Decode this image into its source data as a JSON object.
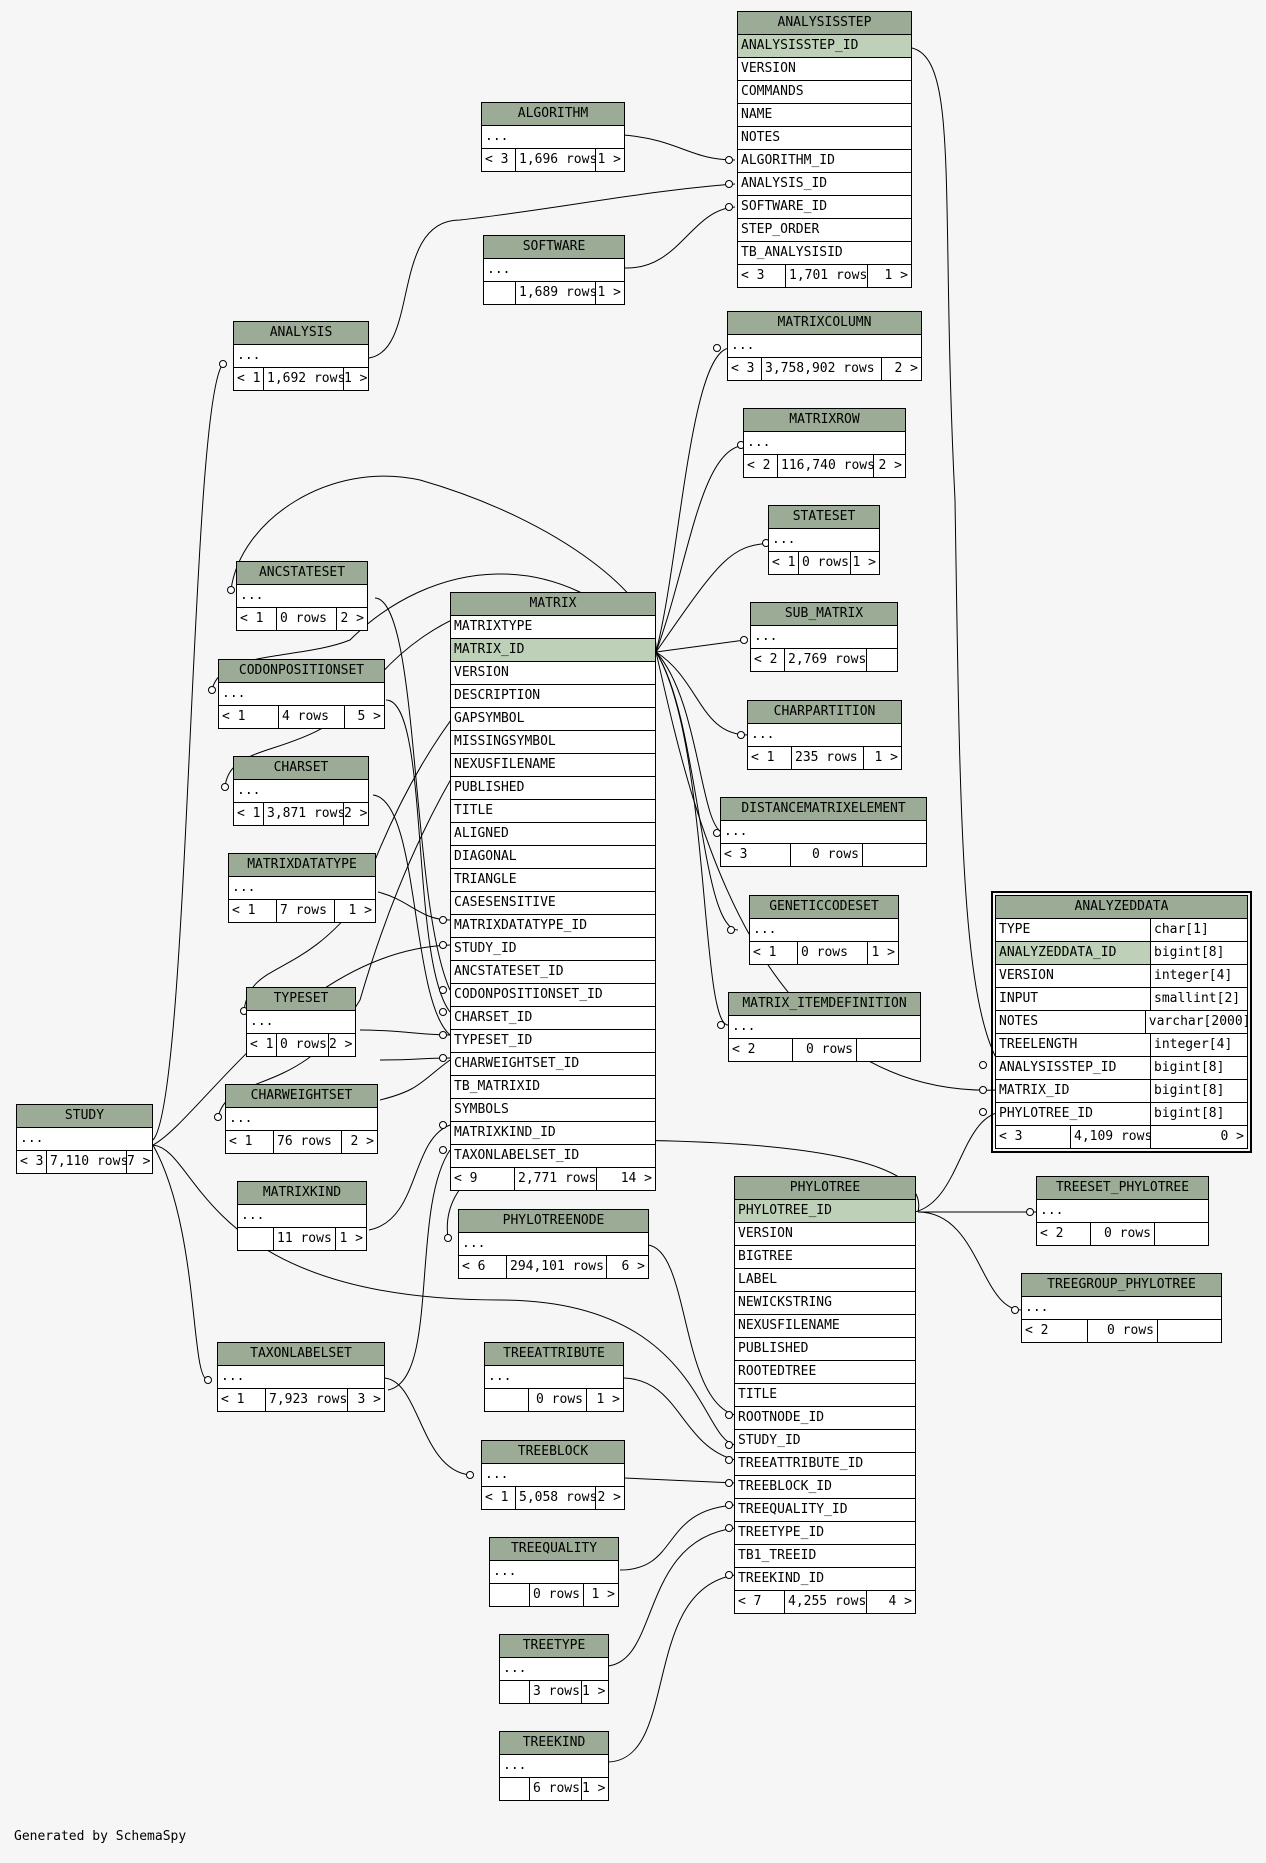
{
  "footer": "Generated by SchemaSpy",
  "tables": {
    "analysisstep": {
      "name": "ANALYSISSTEP",
      "pk": "ANALYSISSTEP_ID",
      "rows": [
        "VERSION",
        "COMMANDS",
        "NAME",
        "NOTES",
        "ALGORITHM_ID",
        "ANALYSIS_ID",
        "SOFTWARE_ID",
        "STEP_ORDER",
        "TB_ANALYSISID"
      ],
      "parents": "< 3",
      "count": "1,701 rows",
      "children": "1 >"
    },
    "algorithm": {
      "name": "ALGORITHM",
      "rows": [
        "..."
      ],
      "parents": "< 3",
      "count": "1,696 rows",
      "children": "1 >"
    },
    "software": {
      "name": "SOFTWARE",
      "rows": [
        "..."
      ],
      "parents": "",
      "count": "1,689 rows",
      "children": "1 >"
    },
    "analysis": {
      "name": "ANALYSIS",
      "rows": [
        "..."
      ],
      "parents": "< 1",
      "count": "1,692 rows",
      "children": "1 >"
    },
    "matrixcolumn": {
      "name": "MATRIXCOLUMN",
      "rows": [
        "..."
      ],
      "parents": "< 3",
      "count": "3,758,902 rows",
      "children": "2 >"
    },
    "matrixrow": {
      "name": "MATRIXROW",
      "rows": [
        "..."
      ],
      "parents": "< 2",
      "count": "116,740 rows",
      "children": "2 >"
    },
    "stateset": {
      "name": "STATESET",
      "rows": [
        "..."
      ],
      "parents": "< 1",
      "count": "0 rows",
      "children": "1 >"
    },
    "sub_matrix": {
      "name": "SUB_MATRIX",
      "rows": [
        "..."
      ],
      "parents": "< 2",
      "count": "2,769 rows",
      "children": ""
    },
    "charpartition": {
      "name": "CHARPARTITION",
      "rows": [
        "..."
      ],
      "parents": "< 1",
      "count": "235 rows",
      "children": "1 >"
    },
    "distancematrixelement": {
      "name": "DISTANCEMATRIXELEMENT",
      "rows": [
        "..."
      ],
      "parents": "< 3",
      "count": "0 rows",
      "children": ""
    },
    "geneticcodeset": {
      "name": "GENETICCODESET",
      "rows": [
        "..."
      ],
      "parents": "< 1",
      "count": "0 rows",
      "children": "1 >"
    },
    "matrix_itemdefinition": {
      "name": "MATRIX_ITEMDEFINITION",
      "rows": [
        "..."
      ],
      "parents": "< 2",
      "count": "0 rows",
      "children": ""
    },
    "ancstateset": {
      "name": "ANCSTATESET",
      "rows": [
        "..."
      ],
      "parents": "< 1",
      "count": "0 rows",
      "children": "2 >"
    },
    "codonpositionset": {
      "name": "CODONPOSITIONSET",
      "rows": [
        "..."
      ],
      "parents": "< 1",
      "count": "4 rows",
      "children": "5 >"
    },
    "charset": {
      "name": "CHARSET",
      "rows": [
        "..."
      ],
      "parents": "< 1",
      "count": "3,871 rows",
      "children": "2 >"
    },
    "matrixdatatype": {
      "name": "MATRIXDATATYPE",
      "rows": [
        "..."
      ],
      "parents": "< 1",
      "count": "7 rows",
      "children": "1 >"
    },
    "typeset": {
      "name": "TYPESET",
      "rows": [
        "..."
      ],
      "parents": "< 1",
      "count": "0 rows",
      "children": "2 >"
    },
    "charweightset": {
      "name": "CHARWEIGHTSET",
      "rows": [
        "..."
      ],
      "parents": "< 1",
      "count": "76 rows",
      "children": "2 >"
    },
    "matrixkind": {
      "name": "MATRIXKIND",
      "rows": [
        "..."
      ],
      "parents": "",
      "count": "11 rows",
      "children": "1 >"
    },
    "study": {
      "name": "STUDY",
      "rows": [
        "..."
      ],
      "parents": "< 3",
      "count": "7,110 rows",
      "children": "7 >"
    },
    "matrix": {
      "name": "MATRIX",
      "pk": "MATRIX_ID",
      "rows_before": [
        "MATRIXTYPE"
      ],
      "rows": [
        "VERSION",
        "DESCRIPTION",
        "GAPSYMBOL",
        "MISSINGSYMBOL",
        "NEXUSFILENAME",
        "PUBLISHED",
        "TITLE",
        "ALIGNED",
        "DIAGONAL",
        "TRIANGLE",
        "CASESENSITIVE",
        "MATRIXDATATYPE_ID",
        "STUDY_ID",
        "ANCSTATESET_ID",
        "CODONPOSITIONSET_ID",
        "CHARSET_ID",
        "TYPESET_ID",
        "CHARWEIGHTSET_ID",
        "TB_MATRIXID",
        "SYMBOLS",
        "MATRIXKIND_ID",
        "TAXONLABELSET_ID"
      ],
      "parents": "< 9",
      "count": "2,771 rows",
      "children": "14 >"
    },
    "analyzeddata": {
      "name": "ANALYZEDDATA",
      "columns": [
        [
          "TYPE",
          "char[1]"
        ],
        [
          "ANALYZEDDATA_ID",
          "bigint[8]"
        ],
        [
          "VERSION",
          "integer[4]"
        ],
        [
          "INPUT",
          "smallint[2]"
        ],
        [
          "NOTES",
          "varchar[2000]"
        ],
        [
          "TREELENGTH",
          "integer[4]"
        ],
        [
          "ANALYSISSTEP_ID",
          "bigint[8]"
        ],
        [
          "MATRIX_ID",
          "bigint[8]"
        ],
        [
          "PHYLOTREE_ID",
          "bigint[8]"
        ]
      ],
      "parents": "< 3",
      "count": "4,109 rows",
      "children": "0 >"
    },
    "phylotreenode": {
      "name": "PHYLOTREENODE",
      "rows": [
        "..."
      ],
      "parents": "< 6",
      "count": "294,101 rows",
      "children": "6 >"
    },
    "phylotree": {
      "name": "PHYLOTREE",
      "pk": "PHYLOTREE_ID",
      "rows": [
        "VERSION",
        "BIGTREE",
        "LABEL",
        "NEWICKSTRING",
        "NEXUSFILENAME",
        "PUBLISHED",
        "ROOTEDTREE",
        "TITLE",
        "ROOTNODE_ID",
        "STUDY_ID",
        "TREEATTRIBUTE_ID",
        "TREEBLOCK_ID",
        "TREEQUALITY_ID",
        "TREETYPE_ID",
        "TB1_TREEID",
        "TREEKIND_ID"
      ],
      "parents": "< 7",
      "count": "4,255 rows",
      "children": "4 >"
    },
    "treeset_phylotree": {
      "name": "TREESET_PHYLOTREE",
      "rows": [
        "..."
      ],
      "parents": "< 2",
      "count": "0 rows",
      "children": ""
    },
    "treegroup_phylotree": {
      "name": "TREEGROUP_PHYLOTREE",
      "rows": [
        "..."
      ],
      "parents": "< 2",
      "count": "0 rows",
      "children": ""
    },
    "taxonlabelset": {
      "name": "TAXONLABELSET",
      "rows": [
        "..."
      ],
      "parents": "< 1",
      "count": "7,923 rows",
      "children": "3 >"
    },
    "treeattribute": {
      "name": "TREEATTRIBUTE",
      "rows": [
        "..."
      ],
      "parents": "",
      "count": "0 rows",
      "children": "1 >"
    },
    "treeblock": {
      "name": "TREEBLOCK",
      "rows": [
        "..."
      ],
      "parents": "< 1",
      "count": "5,058 rows",
      "children": "2 >"
    },
    "treequality": {
      "name": "TREEQUALITY",
      "rows": [
        "..."
      ],
      "parents": "",
      "count": "0 rows",
      "children": "1 >"
    },
    "treetype": {
      "name": "TREETYPE",
      "rows": [
        "..."
      ],
      "parents": "",
      "count": "3 rows",
      "children": "1 >"
    },
    "treekind": {
      "name": "TREEKIND",
      "rows": [
        "..."
      ],
      "parents": "",
      "count": "6 rows",
      "children": "1 >"
    }
  }
}
